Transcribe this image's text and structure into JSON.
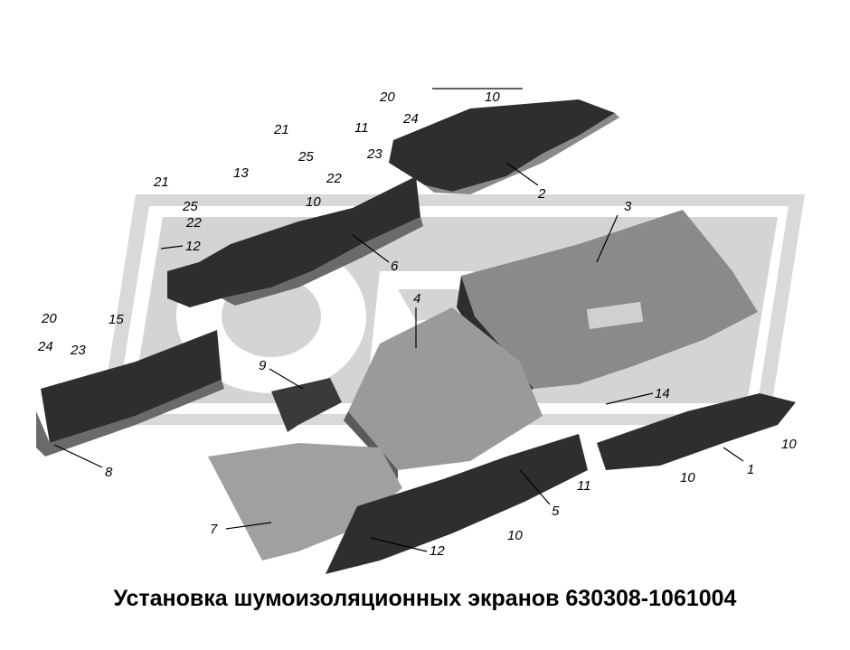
{
  "title": "Установка шумоизоляционных экранов 630308-1061004",
  "callouts": {
    "n1": "1",
    "n2": "2",
    "n3": "3",
    "n4": "4",
    "n5": "5",
    "n6": "6",
    "n7": "7",
    "n8": "8",
    "n9": "9",
    "n10a": "10",
    "n10b": "10",
    "n10c": "10",
    "n10d": "10",
    "n10e": "10",
    "n11a": "11",
    "n11b": "11",
    "n12a": "12",
    "n12b": "12",
    "n13": "13",
    "n14": "14",
    "n15": "15",
    "n20a": "20",
    "n20b": "20",
    "n21a": "21",
    "n21b": "21",
    "n22a": "22",
    "n22b": "22",
    "n23a": "23",
    "n23b": "23",
    "n24a": "24",
    "n24b": "24",
    "n25a": "25",
    "n25b": "25"
  },
  "colors": {
    "panel_dark": "#2e2e2e",
    "panel_light": "#8a8a8a",
    "panel_mid": "#5a5a5a",
    "watermark": "#d9d9d9"
  }
}
